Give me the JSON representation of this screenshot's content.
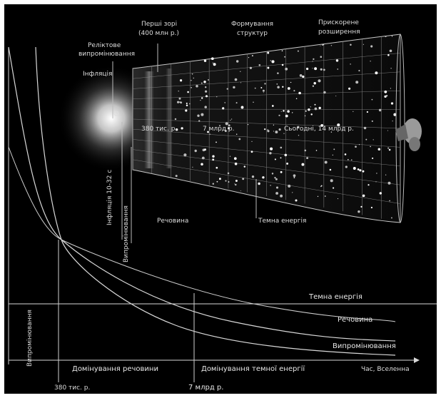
{
  "labels": {
    "first_stars": "Перші зорі (400 млн р.)",
    "first_stars_l1": "Перші зорі",
    "first_stars_l2": "(400 млн р.)",
    "structure_l1": "Формування",
    "structure_l2": "структур",
    "acceleration_l1": "Прискорене",
    "acceleration_l2": "розширення",
    "relic_l1": "Реліктове",
    "relic_l2": "випромінювання",
    "inflation": "Інфляція",
    "t_380k": "380 тис. р.",
    "t_7bn": "7 млрд р.",
    "t_now": "Сьогодні, 14 млрд р.",
    "inflation_duration": "Інфляція 10-32 с",
    "radiation_vertical": "Випромінювання",
    "matter": "Речовина",
    "dark_energy": "Темна енергія"
  },
  "graph": {
    "y_axis_label": "Випромінювання",
    "curve_dark_energy": "Темна енергія",
    "curve_matter": "Речовина",
    "curve_radiation": "Випромінювання",
    "era_matter": "Домінування речовини",
    "era_dark_energy": "Домінування темної енергії",
    "x_axis_label": "Час, Вселенна",
    "tick_380k": "380 тис. р.",
    "tick_7bn": "7 млрд р."
  },
  "colors": {
    "background": "#000000",
    "lines": "#d8d8d8",
    "grid": "#9a9a9a"
  }
}
